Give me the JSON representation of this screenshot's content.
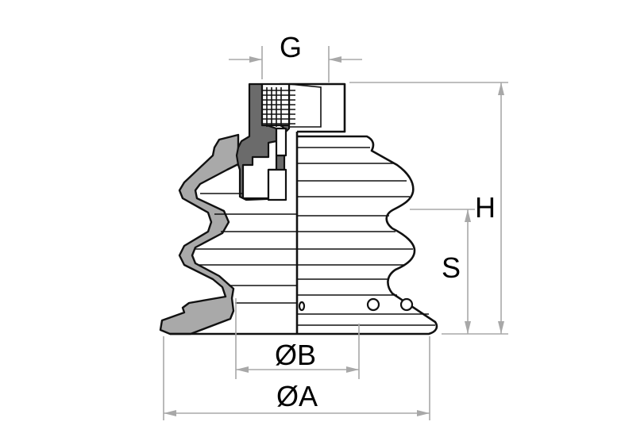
{
  "dimensions": {
    "g": "G",
    "h": "H",
    "s": "S",
    "b": "ØB",
    "a": "ØA"
  },
  "colors": {
    "section_fill": "#a9a9a9",
    "fitting_fill": "#6b6b6b",
    "dimension_line": "#a8a8a8",
    "outline": "#111111"
  }
}
